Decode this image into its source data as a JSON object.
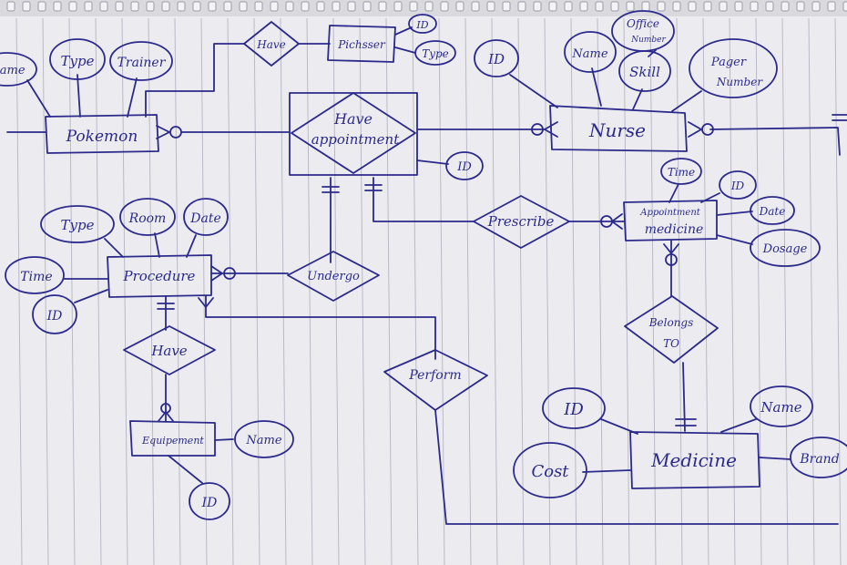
{
  "palette": {
    "paper": "#ececf0",
    "ink": "#2b2a8c",
    "rule": "#b9b9c7"
  },
  "entities": {
    "pokemon": "Pokemon",
    "nurse": "Nurse",
    "procedure": "Procedure",
    "appointment_medicine_top": "Appointment",
    "appointment_medicine_bottom": "medicine",
    "medicine": "Medicine",
    "equipement": "Equipement",
    "pichsser": "Pichsser"
  },
  "relationships": {
    "have_top": "Have",
    "have_appointment_top": "Have",
    "have_appointment_bottom": "appointment",
    "prescribe": "Prescribe",
    "undergo": "Undergo",
    "have_procedure": "Have",
    "perform": "Perform",
    "belongs_to_top": "Belongs",
    "belongs_to_bottom": "TO"
  },
  "attributes": {
    "pokemon_name": "Name",
    "pokemon_type": "Type",
    "pokemon_trainer": "Trainer",
    "pichsser_id": "ID",
    "pichsser_type": "Type",
    "nurse_id": "ID",
    "nurse_name": "Name",
    "nurse_office_top": "Office",
    "nurse_office_bottom": "Number",
    "nurse_skill": "Skill",
    "nurse_pager_top": "Pager",
    "nurse_pager_bottom": "Number",
    "appointment_id": "ID",
    "procedure_type": "Type",
    "procedure_room": "Room",
    "procedure_date": "Date",
    "procedure_time": "Time",
    "procedure_id": "ID",
    "appt_med_time": "Time",
    "appt_med_id": "ID",
    "appt_med_date": "Date",
    "appt_med_dosage": "Dosage",
    "equipement_name": "Name",
    "equipement_id": "ID",
    "medicine_id": "ID",
    "medicine_name": "Name",
    "medicine_cost": "Cost",
    "medicine_brand": "Brand"
  }
}
